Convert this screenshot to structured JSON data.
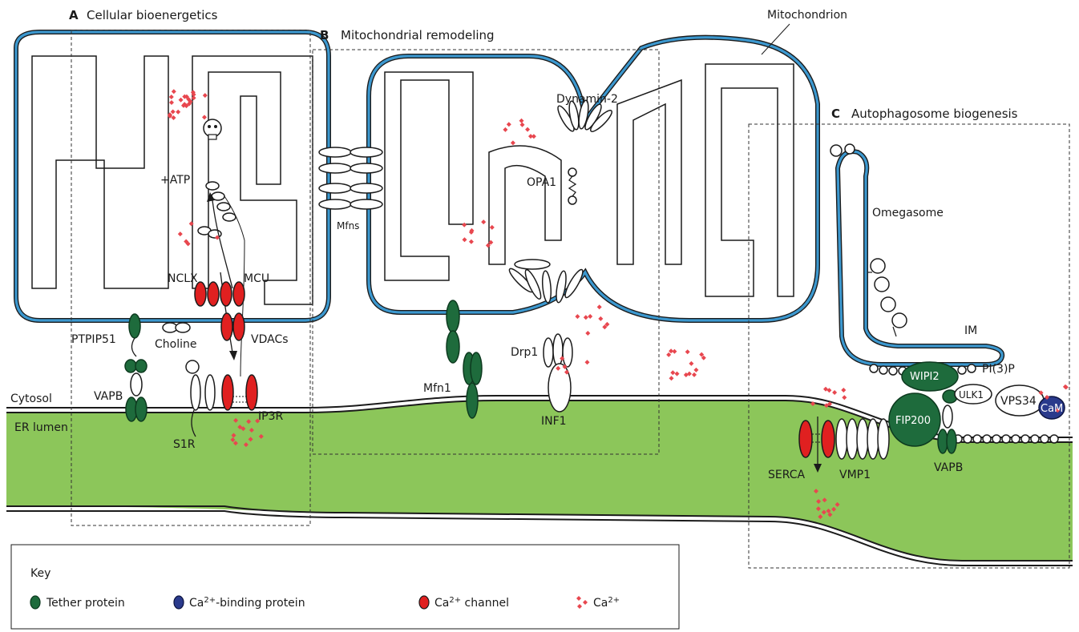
{
  "panels": {
    "a": {
      "letter": "A",
      "title": "Cellular bioenergetics"
    },
    "b": {
      "letter": "B",
      "title": "Mitochondrial remodeling"
    },
    "c": {
      "letter": "C",
      "title": "Autophagosome biogenesis"
    }
  },
  "labels": {
    "mitochondrion": "Mitochondrion",
    "dynamin2": "Dynamin-2",
    "opa1": "OPA1",
    "mfns": "Mfns",
    "atp": "+ATP",
    "nclx": "NCLX",
    "mcu": "MCU",
    "vdacs": "VDACs",
    "ptpip51": "PTPIP51",
    "choline": "Choline",
    "vapb_a": "VAPB",
    "s1r": "S1R",
    "ip3r": "IP3R",
    "mfn1": "Mfn1",
    "drp1": "Drp1",
    "inf1": "INF1",
    "cytosol": "Cytosol",
    "er_lumen": "ER lumen",
    "omegasome": "Omegasome",
    "im": "IM",
    "pi3p": "PI(3)P",
    "wipi2": "WIPI2",
    "ulk1": "ULK1",
    "vps34": "VPS34",
    "cam": "CaM",
    "fip200": "FIP200",
    "serca": "SERCA",
    "vmp1": "VMP1",
    "vapb_c": "VAPB"
  },
  "key": {
    "title": "Key",
    "items": [
      {
        "label": "Tether protein",
        "color": "#1e6b3c"
      },
      {
        "label_pre": "Ca",
        "label_sup": "2+",
        "label_post": "-binding protein",
        "color": "#2a3a8c"
      },
      {
        "label_pre": "Ca",
        "label_sup": "2+",
        "label_post": " channel",
        "color": "#e02020"
      },
      {
        "label_pre": "Ca",
        "label_sup": "2+",
        "label_post": "",
        "color": "#e8474f"
      }
    ]
  },
  "colors": {
    "er_fill": "#8cc65a",
    "mito_membrane": "#3c98cf",
    "tether": "#1e6b3c",
    "channel": "#e02020",
    "ca_binding": "#2a3a8c",
    "calcium": "#e8474f"
  }
}
